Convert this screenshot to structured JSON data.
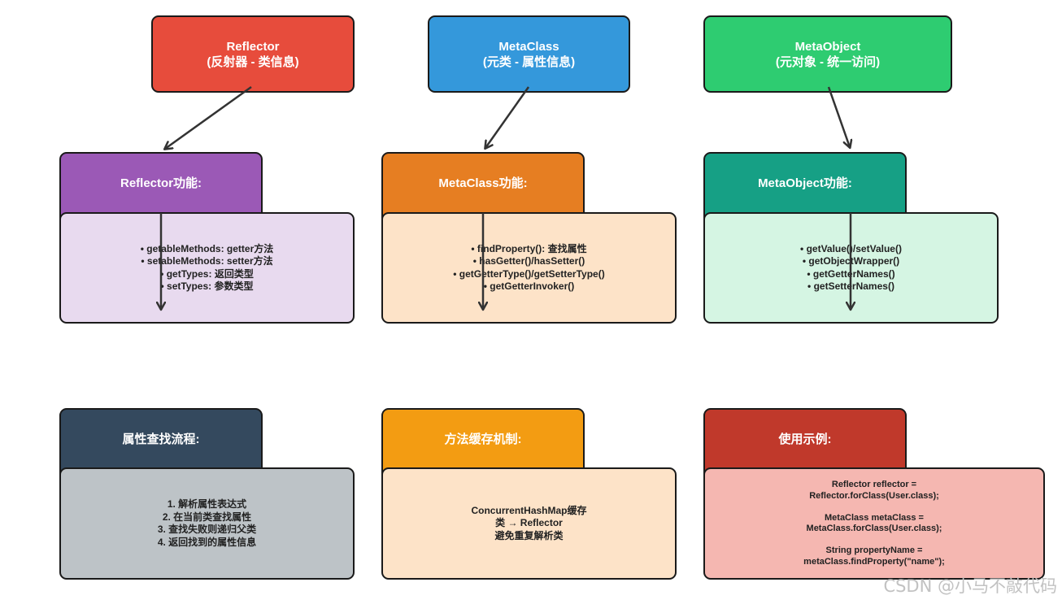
{
  "top_boxes": [
    {
      "title": "Reflector",
      "subtitle": "(反射器 - 类信息)",
      "color": "#e74c3c"
    },
    {
      "title": "MetaClass",
      "subtitle": "(元类 - 属性信息)",
      "color": "#3498db"
    },
    {
      "title": "MetaObject",
      "subtitle": "(元对象 - 统一访问)",
      "color": "#2ecc71"
    }
  ],
  "sections": [
    {
      "header": "Reflector功能:",
      "header_color": "#9b59b6",
      "body_color": "#e8daef",
      "lines": [
        "• getableMethods: getter方法",
        "• setableMethods: setter方法",
        "• getTypes: 返回类型",
        "• setTypes: 参数类型"
      ]
    },
    {
      "header": "MetaClass功能:",
      "header_color": "#e67e22",
      "body_color": "#fde3c8",
      "lines": [
        "• findProperty(): 查找属性",
        "• hasGetter()/hasSetter()",
        "• getGetterType()/getSetterType()",
        "• getGetterInvoker()"
      ]
    },
    {
      "header": "MetaObject功能:",
      "header_color": "#16a085",
      "body_color": "#d5f5e3",
      "lines": [
        "• getValue()/setValue()",
        "• getObjectWrapper()",
        "• getGetterNames()",
        "• getSetterNames()"
      ]
    },
    {
      "header": "属性查找流程:",
      "header_color": "#34495e",
      "body_color": "#bdc3c7",
      "lines": [
        "1. 解析属性表达式",
        "2. 在当前类查找属性",
        "3. 查找失败则递归父类",
        "4. 返回找到的属性信息"
      ]
    },
    {
      "header": "方法缓存机制:",
      "header_color": "#f39c12",
      "body_color": "#fde3c8",
      "lines": [
        "ConcurrentHashMap缓存",
        "类 → Reflector",
        "避免重复解析类"
      ]
    },
    {
      "header": "使用示例:",
      "header_color": "#c0392b",
      "body_color": "#f5b7b1",
      "lines": [
        "Reflector reflector =",
        "Reflector.forClass(User.class);",
        "",
        "MetaClass metaClass =",
        "MetaClass.forClass(User.class);",
        "",
        "String propertyName =",
        "metaClass.findProperty(\"name\");"
      ]
    }
  ],
  "watermark": "CSDN @小马不敲代码"
}
